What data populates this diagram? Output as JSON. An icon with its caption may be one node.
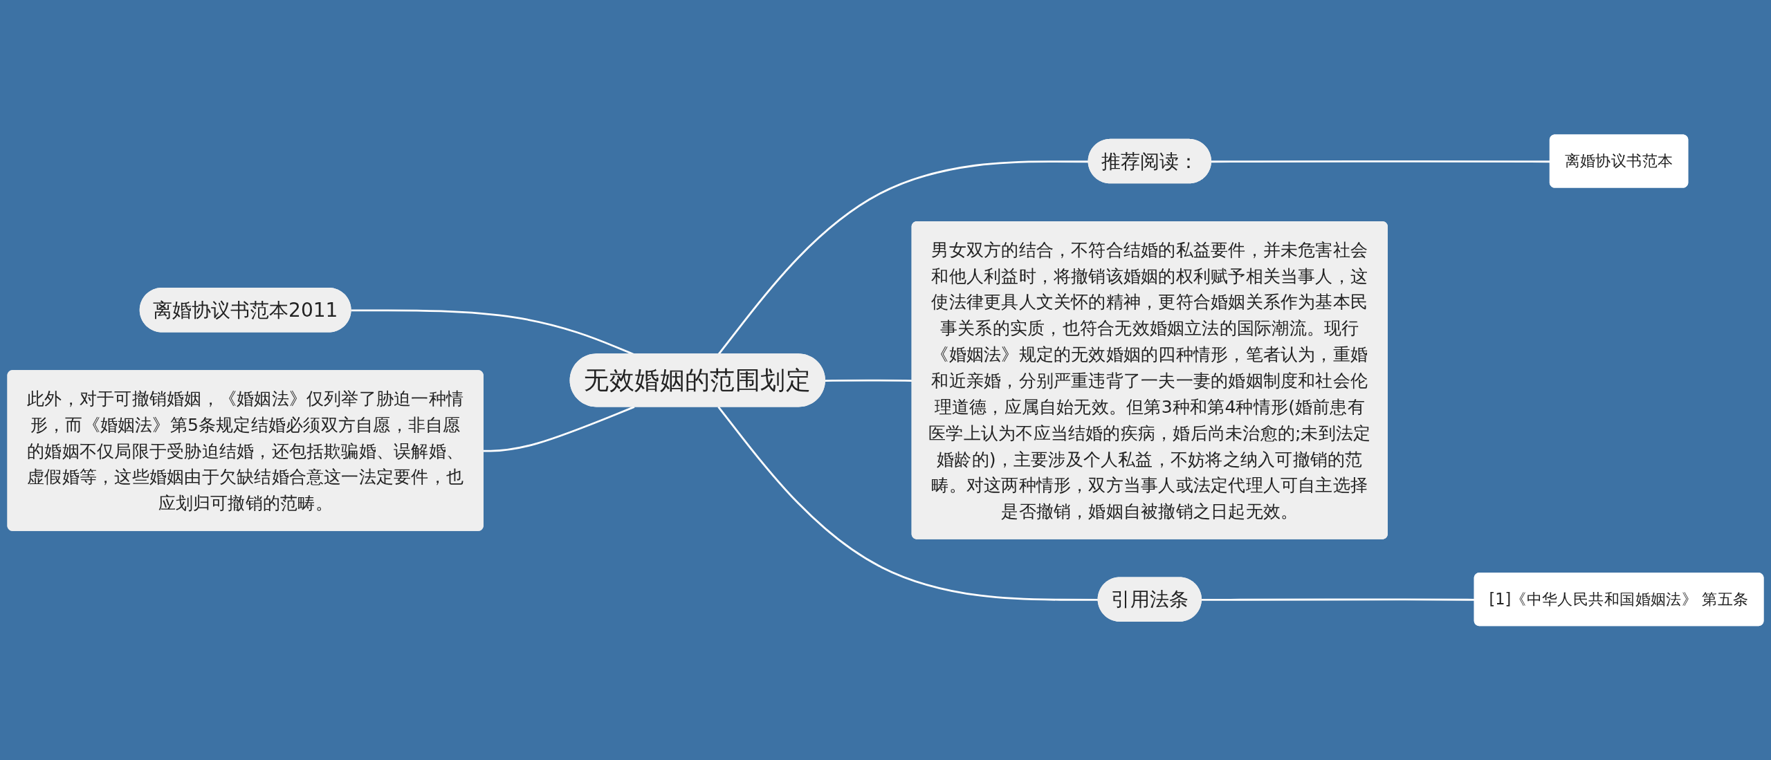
{
  "diagram": {
    "nodes": [
      {
        "text": [
          "无效婚姻的范围划定"
        ]
      },
      {
        "text": [
          "推荐阅读："
        ]
      },
      {
        "text": [
          "离婚协议书范本"
        ]
      },
      {
        "text": [
          "男女双方的结合，不符合结婚的私益要件，并未危害社会和他人利益时，将撤销该婚姻的权利赋予相关当事人，这使法律更具人文关怀的精神，更符合婚姻关系作为基本民事关系的实质，也符合无效婚姻立法的国际潮流。现行《婚姻法》规定的无效婚姻的四种情形，笔者认为，重婚和近亲婚，分别严重违背了一夫一妻的婚姻制度和社会伦理道德，应属自始无效。但第3种和第4种情形(婚前患有医学上认为不应当结婚的疾病，婚后尚未治愈的;未到法定婚龄的)，主要涉及个人私益，不妨将之纳入可撤销的范畴。对这两种情形，双方当事人或法定代理人可自主选择是否撤销，婚姻自被撤销之日起无效。"
        ]
      },
      {
        "text": [
          "引用法条"
        ]
      },
      {
        "text": [
          "[1]《中华人民共和国婚姻法》 第五条"
        ]
      },
      {
        "text": [
          "离婚协议书范本2011"
        ]
      },
      {
        "text": [
          "此外，对于可撤销婚姻，《婚姻法》仅列举了胁迫一种情形，而《婚姻法》第5条规定结婚必须双方自愿，非自愿的婚姻不仅局限于受胁迫结婚，还包括欺骗婚、误解婚、虚假婚等，这些婚姻由于欠缺结婚合意这一法定要件，也应划归可撤销的范畴。"
        ]
      }
    ],
    "edges": [
      {
        "from": 0,
        "to": 1,
        "arrow": "none"
      },
      {
        "from": 1,
        "to": 2,
        "arrow": "none"
      },
      {
        "from": 0,
        "to": 3,
        "arrow": "none"
      },
      {
        "from": 0,
        "to": 4,
        "arrow": "none"
      },
      {
        "from": 4,
        "to": 5,
        "arrow": "none"
      },
      {
        "from": 6,
        "to": 0,
        "arrow": "none"
      },
      {
        "from": 7,
        "to": 0,
        "arrow": "none"
      }
    ]
  }
}
